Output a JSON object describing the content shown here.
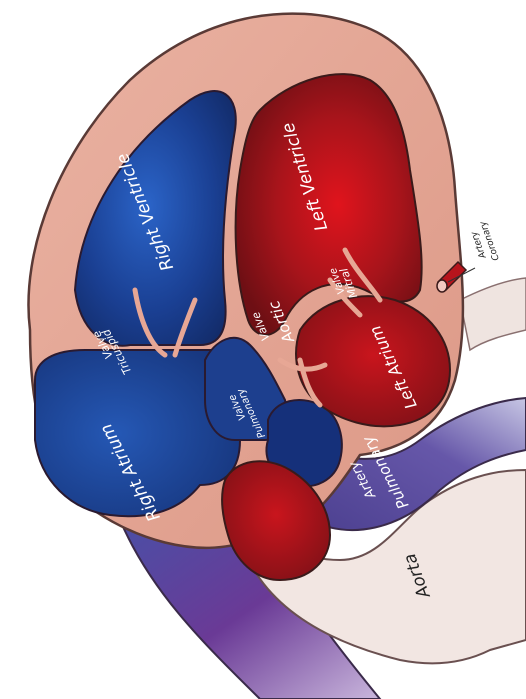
{
  "labels": {
    "right_ventricle": "Right Ventricle",
    "left_ventricle": "Left Ventricle",
    "right_atrium": "Right Atrium",
    "left_atrium": "Left Atrium",
    "tricuspid_valve_1": "Tricuspid",
    "tricuspid_valve_2": "Valve",
    "aortic_valve_1": "Aortic",
    "aortic_valve_2": "Valve",
    "mitral_valve_1": "Mitral",
    "mitral_valve_2": "Valve",
    "pulmonary_valve_1": "Pulmonary",
    "pulmonary_valve_2": "Valve",
    "pulmonary_artery_1": "Pulmonary",
    "pulmonary_artery_2": "Artery",
    "aorta": "Aorta",
    "coronary_artery_1": "Coronary",
    "coronary_artery_2": "Artery"
  },
  "colors": {
    "muscle": "#e7a795",
    "muscle_dark": "#d08a78",
    "deoxygenated": "#1c3e8c",
    "oxygenated": "#a3151d",
    "vessel_purple": "#5a3a8e",
    "outline": "#3a2a2a"
  },
  "orientation_note_visible": false
}
